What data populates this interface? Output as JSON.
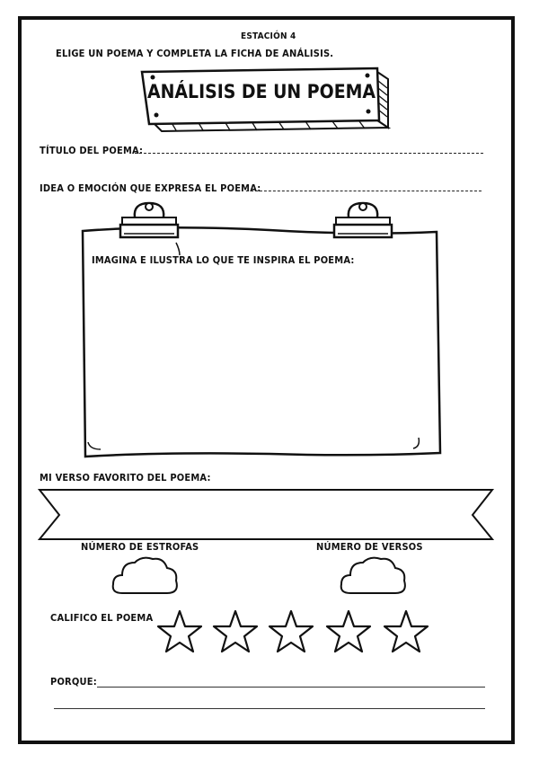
{
  "header": {
    "station": "ESTACIÓN 4",
    "instruction": "ELIGE UN POEMA Y COMPLETA LA FICHA DE ANÁLISIS.",
    "title": "ANÁLISIS DE UN POEMA"
  },
  "fields": {
    "poem_title_label": "TÍTULO DEL POEMA:",
    "idea_label": "IDEA O EMOCIÓN QUE EXPRESA EL POEMA:",
    "illustrate_label": "IMAGINA E ILUSTRA LO QUE TE INSPIRA EL POEMA:",
    "favorite_verse_label": "MI VERSO FAVORITO DEL POEMA:",
    "stanzas_label": "NÚMERO DE ESTROFAS",
    "verses_label": "NÚMERO DE VERSOS",
    "rating_label": "CALIFICO EL POEMA",
    "because_label": "PORQUE:"
  },
  "rating": {
    "max_stars": 5,
    "filled": 0
  }
}
